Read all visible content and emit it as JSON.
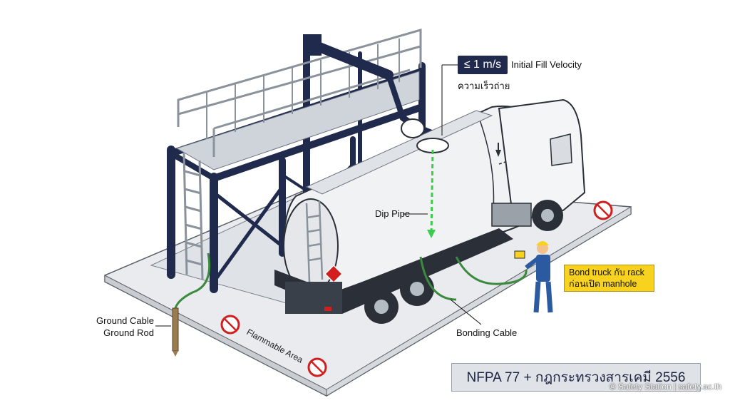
{
  "velocity": {
    "value": "≤ 1 m/s",
    "label_en": "Initial Fill Velocity",
    "label_th": "ความเร็วถ่าย"
  },
  "labels": {
    "dip_pipe": "Dip Pipe",
    "ground_cable": "Ground Cable",
    "ground_rod": "Ground Rod",
    "bonding_cable": "Bonding Cable",
    "flammable_area": "Flammable Area"
  },
  "callout": {
    "line1": "Bond truck กับ rack",
    "line2": "ก่อนเปิด manhole"
  },
  "standard": "NFPA 77 + กฎกระทรวงสารเคมี 2556",
  "credit": "© Safety Station | safety.ac.th",
  "colors": {
    "navy": "#1f2a4d",
    "cable_green": "#3b8a3e",
    "dip_green": "#3ccb4a",
    "callout_yellow": "#f7d21e",
    "sign_red": "#d11f1f"
  }
}
